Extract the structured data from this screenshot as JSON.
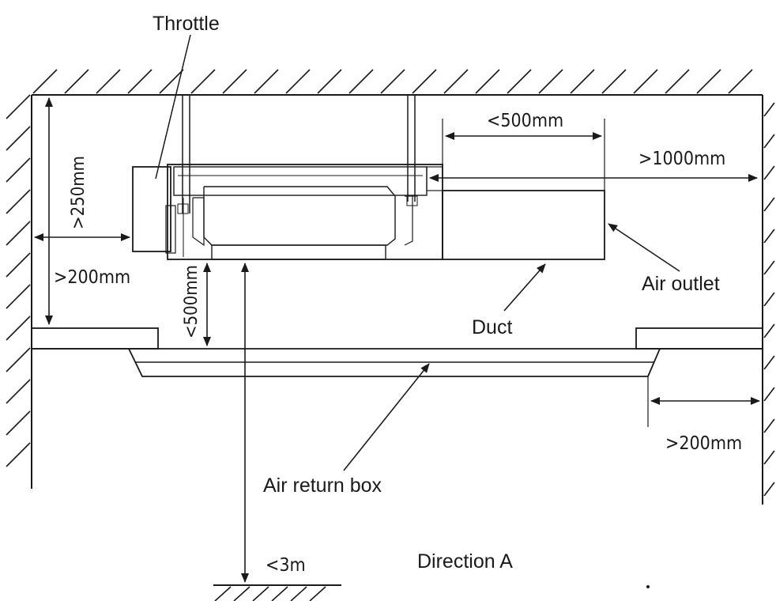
{
  "labels": {
    "throttle": "Throttle",
    "air_outlet": "Air outlet",
    "duct": "Duct",
    "air_return_box": "Air return box",
    "direction": "Direction A"
  },
  "dimensions": {
    "gap_top": ">250mm",
    "gap_left_wall": ">200mm",
    "duct_length": "<500mm",
    "outlet_to_wall": ">1000mm",
    "unit_to_ceiling": "<500mm",
    "return_box_to_wall": ">200mm",
    "ceiling_height": "<3m"
  },
  "colors": {
    "line": "#1a1a1a",
    "background": "#ffffff"
  }
}
